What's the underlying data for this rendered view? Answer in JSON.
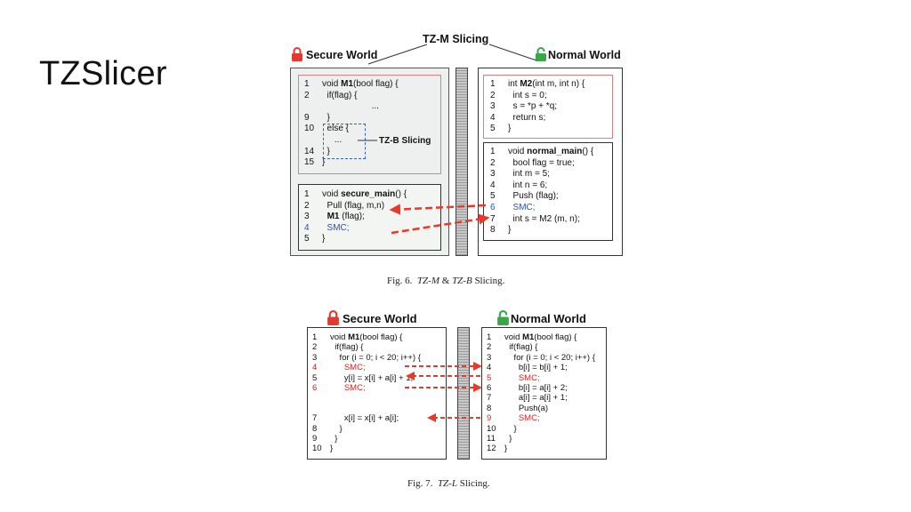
{
  "slide": {
    "title": "TZSlicer"
  },
  "colors": {
    "lock_red": "#e23a2e",
    "lock_green": "#3aa64a",
    "code_blue": "#2a4fc0",
    "code_red": "#e02020",
    "arrow_red": "#e8392a"
  },
  "fig6": {
    "slicing_label": "TZ-M Slicing",
    "secure_header": "Secure World",
    "normal_header": "Normal World",
    "tzb_label": "TZ-B Slicing",
    "caption": {
      "prefix": "Fig. 6.",
      "a": "TZ-M",
      "amp": "&",
      "b": "TZ-B",
      "suffix": "Slicing."
    },
    "secure_top": [
      {
        "n": "1",
        "pre": "void ",
        "fn": "M1",
        "post": "(bool flag) {"
      },
      {
        "n": "2",
        "pre": "  if(flag) {",
        "fn": "",
        "post": ""
      },
      {
        "n": "",
        "pre": "                    ...",
        "fn": "",
        "post": ""
      },
      {
        "n": "9",
        "pre": "  }",
        "fn": "",
        "post": ""
      },
      {
        "n": "10",
        "pre": "  else {",
        "fn": "",
        "post": ""
      },
      {
        "n": "",
        "pre": "     ...",
        "fn": "",
        "post": ""
      },
      {
        "n": "14",
        "pre": "  }",
        "fn": "",
        "post": ""
      },
      {
        "n": "15",
        "pre": "}",
        "fn": "",
        "post": ""
      }
    ],
    "secure_bottom": [
      {
        "n": "1",
        "pre": "void ",
        "fn": "secure_main",
        "post": "() {"
      },
      {
        "n": "2",
        "pre": "  Pull (flag, m,n)",
        "fn": "",
        "post": ""
      },
      {
        "n": "3",
        "pre": "  ",
        "fn": "M1",
        "post": " (flag);"
      },
      {
        "n": "4",
        "pre": "  SMC;",
        "fn": "",
        "post": "",
        "color": "blue"
      },
      {
        "n": "5",
        "pre": "}",
        "fn": "",
        "post": ""
      }
    ],
    "normal_top": [
      {
        "n": "1",
        "pre": "int ",
        "fn": "M2",
        "post": "(int m, int n) {"
      },
      {
        "n": "2",
        "pre": "  int s = 0;",
        "fn": "",
        "post": ""
      },
      {
        "n": "3",
        "pre": "  s = *p + *q;",
        "fn": "",
        "post": ""
      },
      {
        "n": "4",
        "pre": "  return s;",
        "fn": "",
        "post": ""
      },
      {
        "n": "5",
        "pre": "}",
        "fn": "",
        "post": ""
      }
    ],
    "normal_bottom": [
      {
        "n": "1",
        "pre": "void ",
        "fn": "normal_main",
        "post": "() {"
      },
      {
        "n": "2",
        "pre": "  bool flag = true;",
        "fn": "",
        "post": ""
      },
      {
        "n": "3",
        "pre": "  int m = 5;",
        "fn": "",
        "post": ""
      },
      {
        "n": "4",
        "pre": "  int n = 6;",
        "fn": "",
        "post": ""
      },
      {
        "n": "5",
        "pre": "  Push (flag);",
        "fn": "",
        "post": ""
      },
      {
        "n": "6",
        "pre": "  SMC;",
        "fn": "",
        "post": "",
        "color": "blue"
      },
      {
        "n": "7",
        "pre": "  int s = M2 (m, n);",
        "fn": "",
        "post": ""
      },
      {
        "n": "8",
        "pre": "}",
        "fn": "",
        "post": ""
      }
    ]
  },
  "fig7": {
    "secure_header": "Secure World",
    "normal_header": "Normal World",
    "caption": {
      "prefix": "Fig. 7.",
      "a": "TZ-L",
      "suffix": "Slicing."
    },
    "secure": [
      {
        "n": "1",
        "pre": "void ",
        "fn": "M1",
        "post": "(bool flag) {"
      },
      {
        "n": "2",
        "pre": "  if(flag) {",
        "fn": "",
        "post": ""
      },
      {
        "n": "3",
        "pre": "    for (i = 0; i < 20; i++) {",
        "fn": "",
        "post": ""
      },
      {
        "n": "4",
        "pre": "      SMC;",
        "fn": "",
        "post": "",
        "color": "red"
      },
      {
        "n": "5",
        "pre": "      y[i] = x[i] + a[i] + 1;",
        "fn": "",
        "post": ""
      },
      {
        "n": "6",
        "pre": "      SMC;",
        "fn": "",
        "post": "",
        "color": "red"
      },
      {
        "n": "",
        "pre": " ",
        "fn": "",
        "post": ""
      },
      {
        "n": "",
        "pre": " ",
        "fn": "",
        "post": ""
      },
      {
        "n": "7",
        "pre": "      x[i] = x[i] + a[i];",
        "fn": "",
        "post": ""
      },
      {
        "n": "8",
        "pre": "    }",
        "fn": "",
        "post": ""
      },
      {
        "n": "9",
        "pre": "  }",
        "fn": "",
        "post": ""
      },
      {
        "n": "10",
        "pre": "}",
        "fn": "",
        "post": ""
      }
    ],
    "normal": [
      {
        "n": "1",
        "pre": "void ",
        "fn": "M1",
        "post": "(bool flag) {"
      },
      {
        "n": "2",
        "pre": "  if(flag) {",
        "fn": "",
        "post": ""
      },
      {
        "n": "3",
        "pre": "    for (i = 0; i < 20; i++) {",
        "fn": "",
        "post": ""
      },
      {
        "n": "4",
        "pre": "      b[i] = b[i] + 1;",
        "fn": "",
        "post": ""
      },
      {
        "n": "5",
        "pre": "      SMC;",
        "fn": "",
        "post": "",
        "color": "red"
      },
      {
        "n": "6",
        "pre": "      b[i] = a[i] + 2;",
        "fn": "",
        "post": ""
      },
      {
        "n": "7",
        "pre": "      a[i] = a[i] + 1;",
        "fn": "",
        "post": ""
      },
      {
        "n": "8",
        "pre": "      Push(a)",
        "fn": "",
        "post": ""
      },
      {
        "n": "9",
        "pre": "      SMC;",
        "fn": "",
        "post": "",
        "color": "red"
      },
      {
        "n": "10",
        "pre": "    }",
        "fn": "",
        "post": ""
      },
      {
        "n": "11",
        "pre": "  }",
        "fn": "",
        "post": ""
      },
      {
        "n": "12",
        "pre": "}",
        "fn": "",
        "post": ""
      }
    ]
  }
}
